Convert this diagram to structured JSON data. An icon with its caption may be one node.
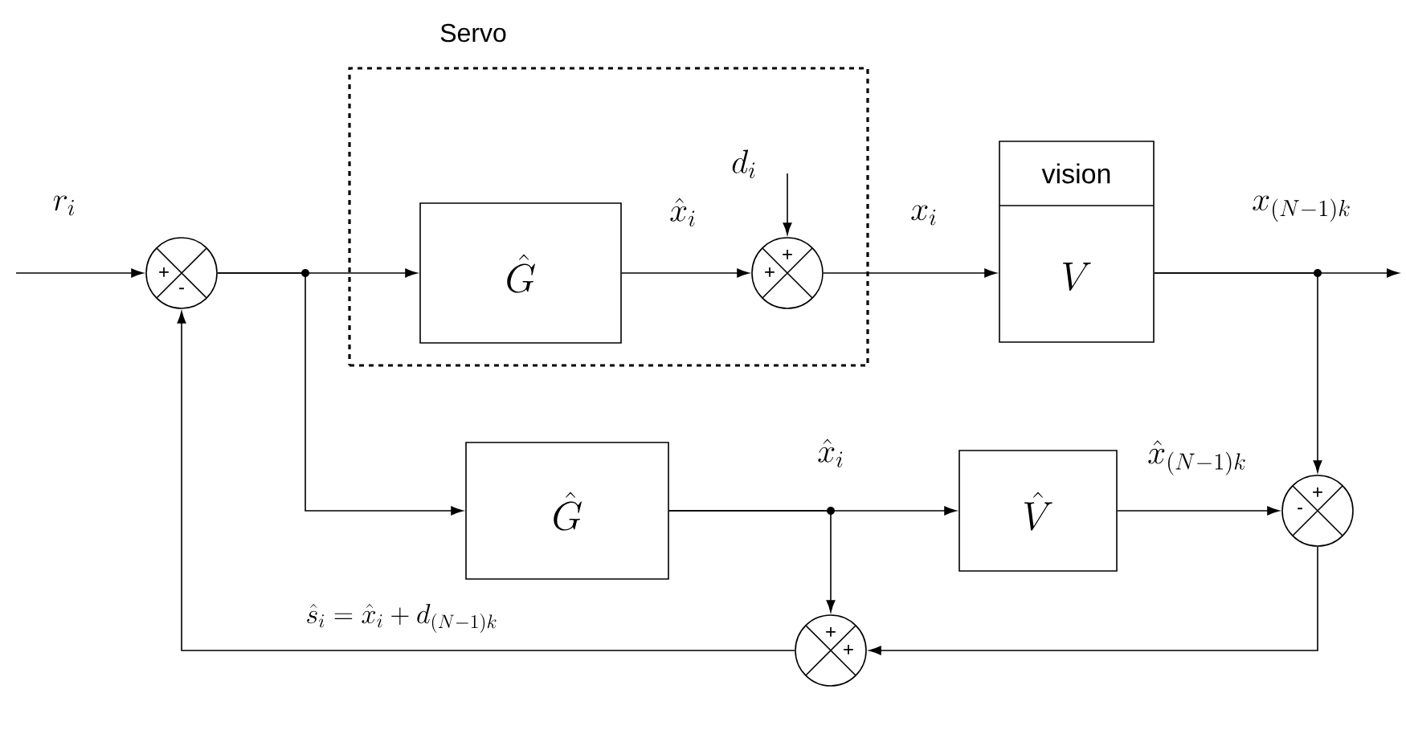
{
  "diagram": {
    "nodes": [
      {
        "text": [
          "Servo"
        ]
      },
      {
        "text": [
          "\\hat{G}"
        ],
        "in": 0
      },
      {
        "text": [
          "+",
          "+"
        ],
        "in": 0
      },
      {
        "text": [
          "vision",
          "V"
        ]
      },
      {
        "text": [
          "+",
          "-"
        ]
      },
      {
        "text": [
          "\\hat{G}"
        ]
      },
      {
        "text": [
          "\\hat{V}"
        ]
      },
      {
        "text": [
          "+",
          "-"
        ]
      },
      {
        "text": [
          "+",
          "+"
        ]
      }
    ],
    "edges": [
      {
        "from": null,
        "to": 4,
        "arrow": "to",
        "label": "r_i"
      },
      {
        "from": 4,
        "to": 1,
        "arrow": "to"
      },
      {
        "from": 4,
        "to": 5,
        "arrow": "to"
      },
      {
        "from": 1,
        "to": 2,
        "arrow": "to",
        "label": "\\hat{x}_i"
      },
      {
        "from": null,
        "to": 2,
        "arrow": "to",
        "label": "d_i"
      },
      {
        "from": 2,
        "to": 3,
        "arrow": "to",
        "label": "x_i"
      },
      {
        "from": 3,
        "to": null,
        "arrow": "to",
        "label": "x_{(N-1)k}"
      },
      {
        "from": 3,
        "to": 7,
        "arrow": "to"
      },
      {
        "from": 5,
        "to": 6,
        "arrow": "to",
        "label": "\\hat{x}_i"
      },
      {
        "from": 5,
        "to": 8,
        "arrow": "to"
      },
      {
        "from": 6,
        "to": 7,
        "arrow": "to",
        "label": "\\hat{x}_{(N-1)k}"
      },
      {
        "from": 7,
        "to": 8,
        "arrow": "to"
      },
      {
        "from": 8,
        "to": 4,
        "arrow": "to",
        "label": "\\hat{s}_i = \\hat{x}_i + d_{(N-1)k}"
      }
    ]
  }
}
